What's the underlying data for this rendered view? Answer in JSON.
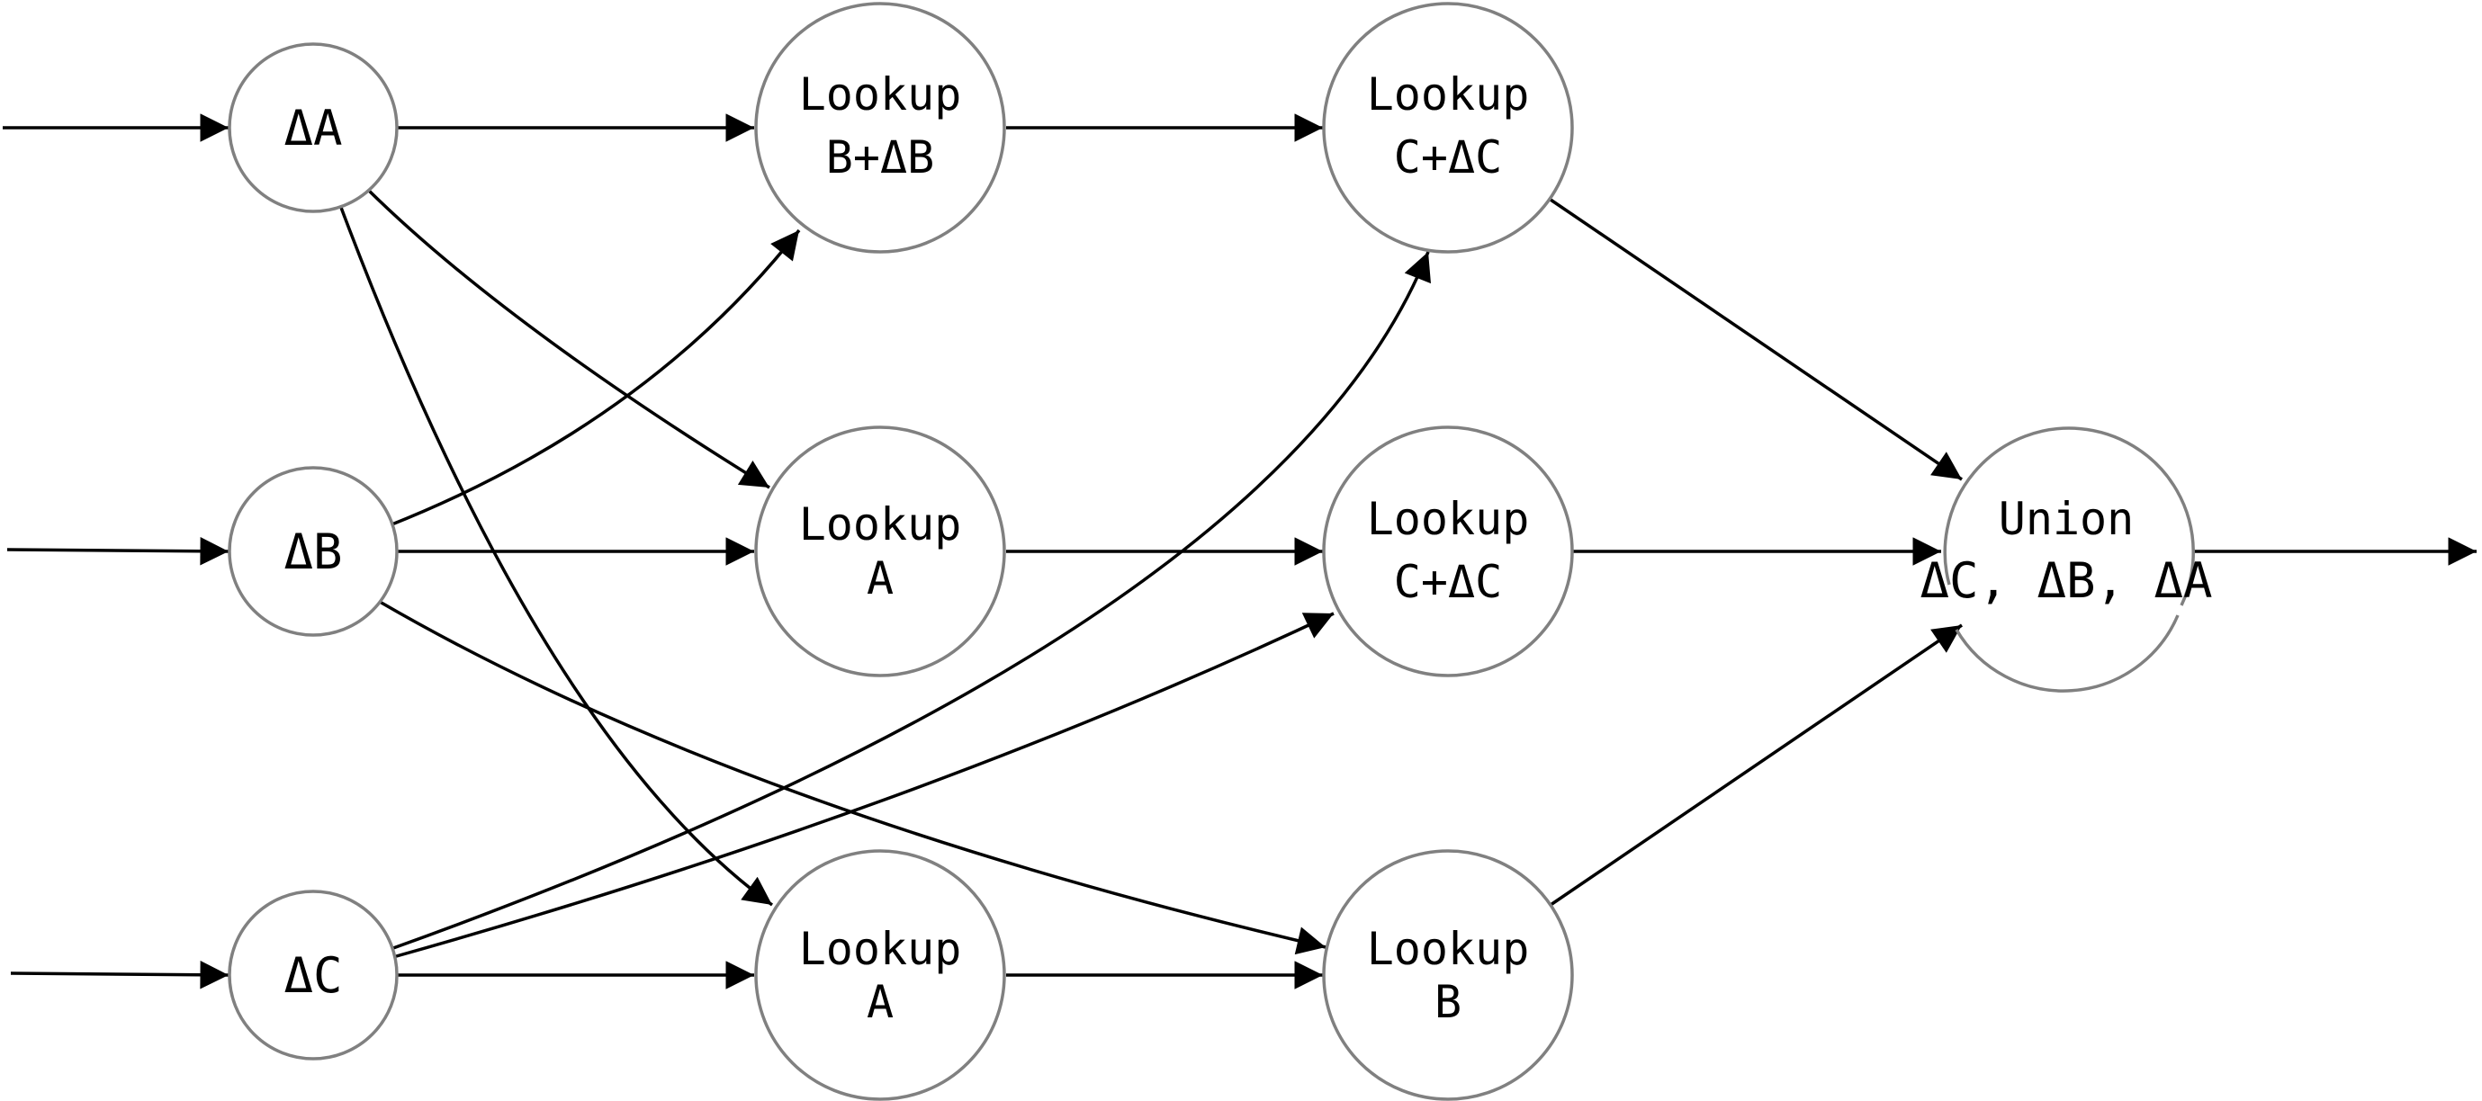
{
  "diagram": {
    "nodes": {
      "delta_a": {
        "label": "ΔA"
      },
      "delta_b": {
        "label": "ΔB"
      },
      "delta_c": {
        "label": "ΔC"
      },
      "lookup_b_delta_b": {
        "line1": "Lookup",
        "line2": "B+ΔB"
      },
      "lookup_a_mid": {
        "line1": "Lookup",
        "line2": "A"
      },
      "lookup_a_bottom": {
        "line1": "Lookup",
        "line2": "A"
      },
      "lookup_c_delta_c_top": {
        "line1": "Lookup",
        "line2": "C+ΔC"
      },
      "lookup_c_delta_c_mid": {
        "line1": "Lookup",
        "line2": "C+ΔC"
      },
      "lookup_b_bottom": {
        "line1": "Lookup",
        "line2": "B"
      },
      "union": {
        "line1": "Union",
        "line2": "ΔC, ΔB, ΔA"
      }
    },
    "colors": {
      "node_stroke": "#808080",
      "edge": "#000000",
      "background": "#ffffff"
    }
  }
}
